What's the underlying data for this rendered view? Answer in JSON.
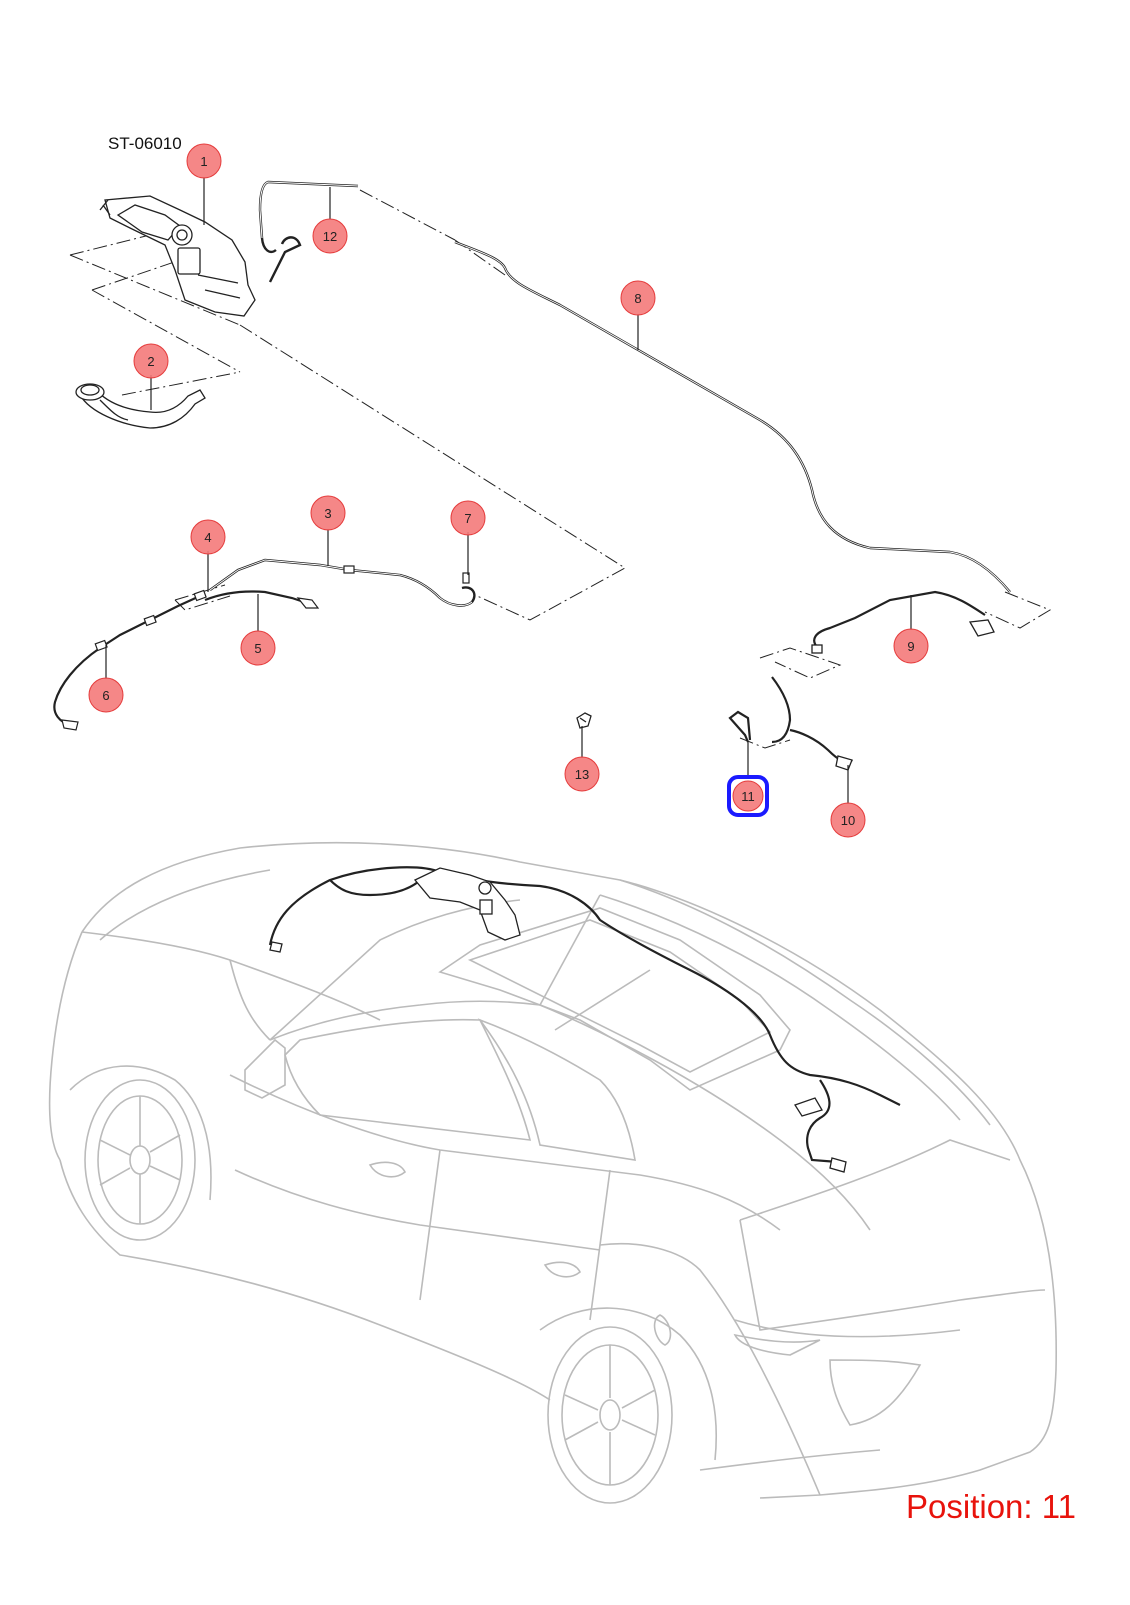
{
  "diagram": {
    "code": "ST-06010",
    "position_label": "Position: 11",
    "selected": "11",
    "colors": {
      "callout_fill": "#f47a7a",
      "callout_stroke": "#e53b3b",
      "selected_stroke": "#1a1aff",
      "position_text": "#e8130c",
      "part_line": "#222222",
      "car_line": "#b8b8b8"
    },
    "callouts": [
      {
        "id": "1",
        "label": "1"
      },
      {
        "id": "2",
        "label": "2"
      },
      {
        "id": "3",
        "label": "3"
      },
      {
        "id": "4",
        "label": "4"
      },
      {
        "id": "5",
        "label": "5"
      },
      {
        "id": "6",
        "label": "6"
      },
      {
        "id": "7",
        "label": "7"
      },
      {
        "id": "8",
        "label": "8"
      },
      {
        "id": "9",
        "label": "9"
      },
      {
        "id": "10",
        "label": "10"
      },
      {
        "id": "11",
        "label": "11"
      },
      {
        "id": "12",
        "label": "12"
      },
      {
        "id": "13",
        "label": "13"
      }
    ]
  }
}
